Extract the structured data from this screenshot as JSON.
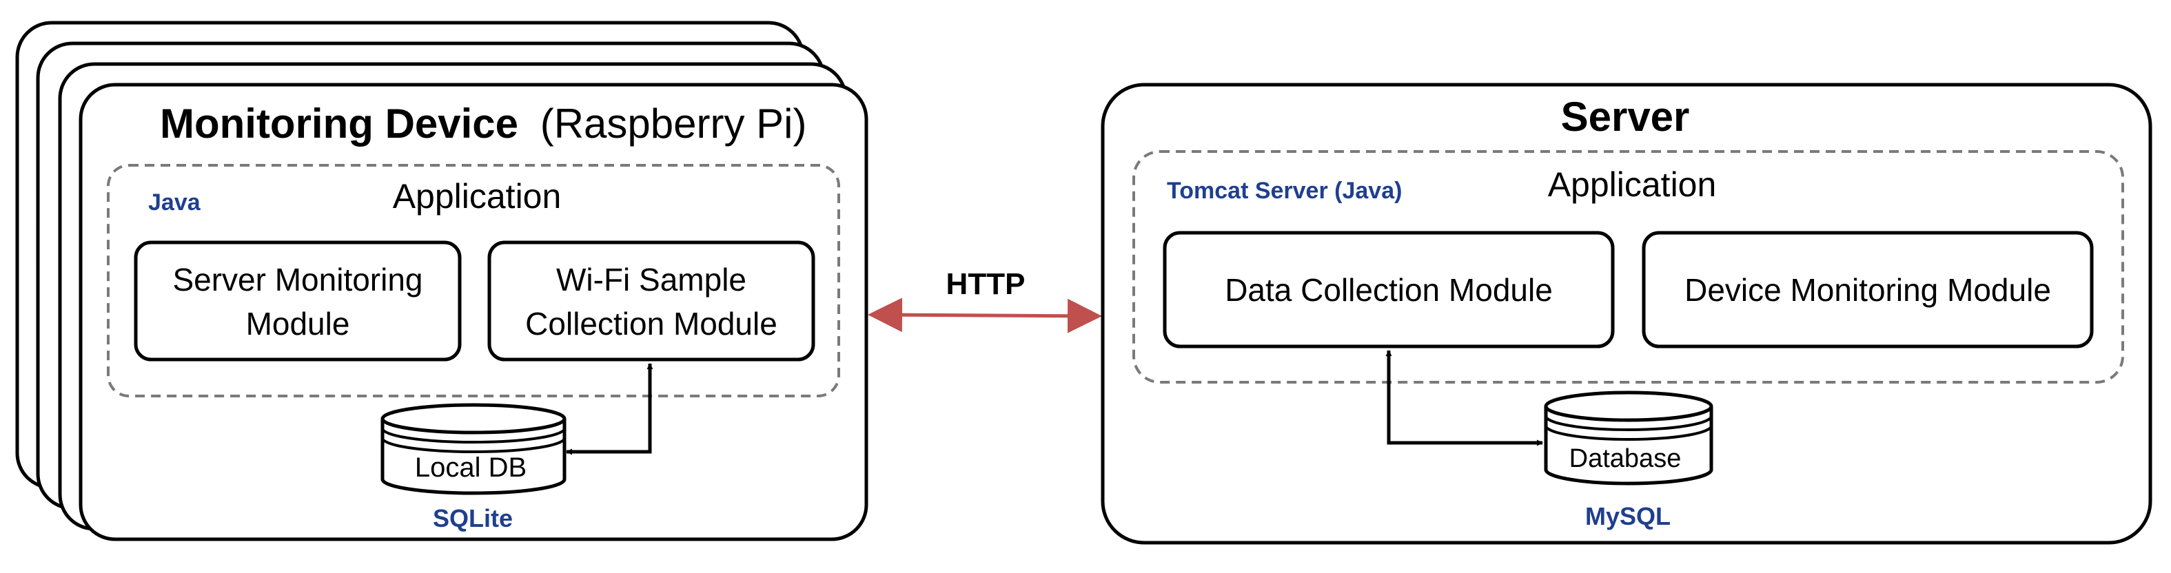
{
  "colors": {
    "stroke": "#000000",
    "dashed": "#7a7a7a",
    "accent_blue": "#1f3f8f",
    "http_arrow": "#c0504d"
  },
  "device": {
    "title_bold": "Monitoring Device",
    "title_rest": "(Raspberry Pi)",
    "app_language": "Java",
    "app_label": "Application",
    "module_1": {
      "line1": "Server Monitoring",
      "line2": "Module"
    },
    "module_2": {
      "line1": "Wi-Fi Sample",
      "line2": "Collection Module"
    },
    "db_label": "Local DB",
    "db_tech": "SQLite"
  },
  "connection": {
    "label": "HTTP"
  },
  "server": {
    "title": "Server",
    "app_framework": "Tomcat Server (Java)",
    "app_label": "Application",
    "module_1": "Data Collection Module",
    "module_2": "Device Monitoring Module",
    "db_label": "Database",
    "db_tech": "MySQL"
  }
}
